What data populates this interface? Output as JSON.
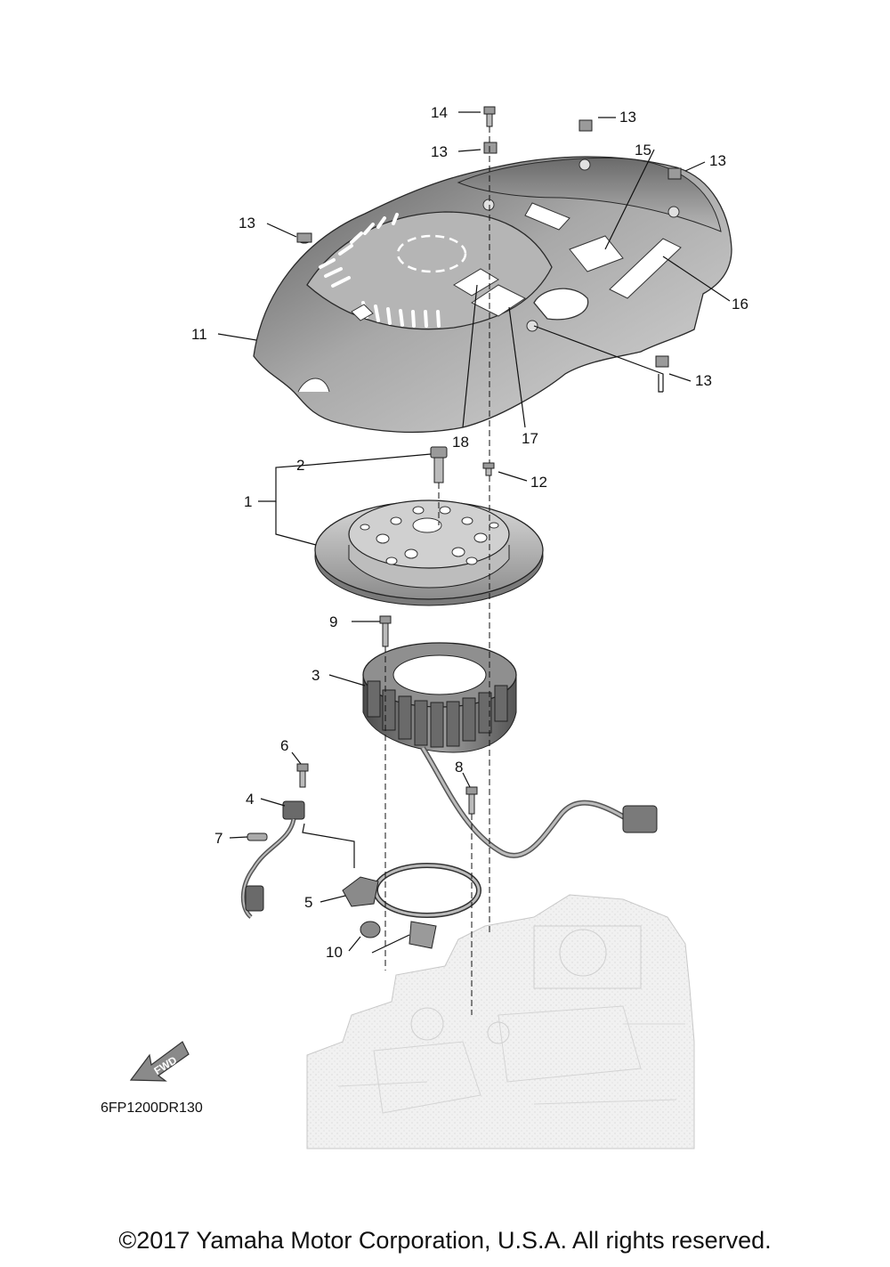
{
  "diagram": {
    "code": "6FP1200DR130",
    "fwd_label": "FWD",
    "copyright": "©2017 Yamaha Motor Corporation, U.S.A. All rights reserved.",
    "callouts": [
      "1",
      "2",
      "3",
      "4",
      "5",
      "6",
      "7",
      "8",
      "9",
      "10",
      "11",
      "12",
      "13",
      "14",
      "15",
      "16",
      "17",
      "18"
    ]
  },
  "colors": {
    "cover_dark": "#6e6e6e",
    "cover_light": "#cfcfcf",
    "part_mid": "#9a9a9a",
    "engine_block": "#eeeeee"
  }
}
